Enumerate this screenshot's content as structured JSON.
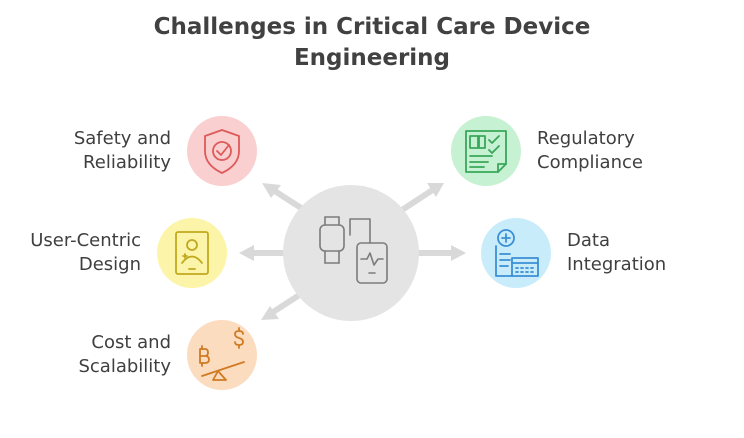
{
  "title": {
    "line1": "Challenges in Critical Care Device",
    "line2": "Engineering"
  },
  "hub": {
    "icon": "medical-devices-icon"
  },
  "items": [
    {
      "line1": "Safety and",
      "line2": "Reliability",
      "icon": "shield-check-icon",
      "color": "#f9cfcf",
      "icon_color": "#de5a5a"
    },
    {
      "line1": "User-Centric",
      "line2": "Design",
      "icon": "user-badge-icon",
      "color": "#fbf4a9",
      "icon_color": "#c1a81e"
    },
    {
      "line1": "Cost and",
      "line2": "Scalability",
      "icon": "balance-cost-icon",
      "color": "#fcdcbf",
      "icon_color": "#d07a24"
    },
    {
      "line1": "Regulatory",
      "line2": "Compliance",
      "icon": "checklist-document-icon",
      "color": "#c7f1d3",
      "icon_color": "#3aa65a"
    },
    {
      "line1": "Data",
      "line2": "Integration",
      "icon": "medical-database-icon",
      "color": "#c9ecfb",
      "icon_color": "#3b8fd6"
    }
  ],
  "colors": {
    "hub": "#e4e4e4",
    "arrow": "#d9d9d9",
    "hub_icon": "#7c7c7c"
  }
}
